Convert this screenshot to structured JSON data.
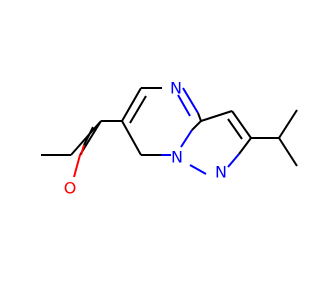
{
  "diagram": {
    "type": "skeletal-structure",
    "atoms": {
      "n_ring_top": {
        "symbol": "N",
        "color": "#0000ff"
      },
      "n_bridge": {
        "symbol": "N",
        "color": "#0000ff"
      },
      "n_pyrazole": {
        "symbol": "N",
        "color": "#0000ff"
      },
      "o_carbonyl": {
        "symbol": "O",
        "color": "#ff0000"
      }
    },
    "colors": {
      "bond": "#000000",
      "nitrogen": "#0000ff",
      "oxygen": "#ff0000",
      "background": "#ffffff"
    }
  }
}
